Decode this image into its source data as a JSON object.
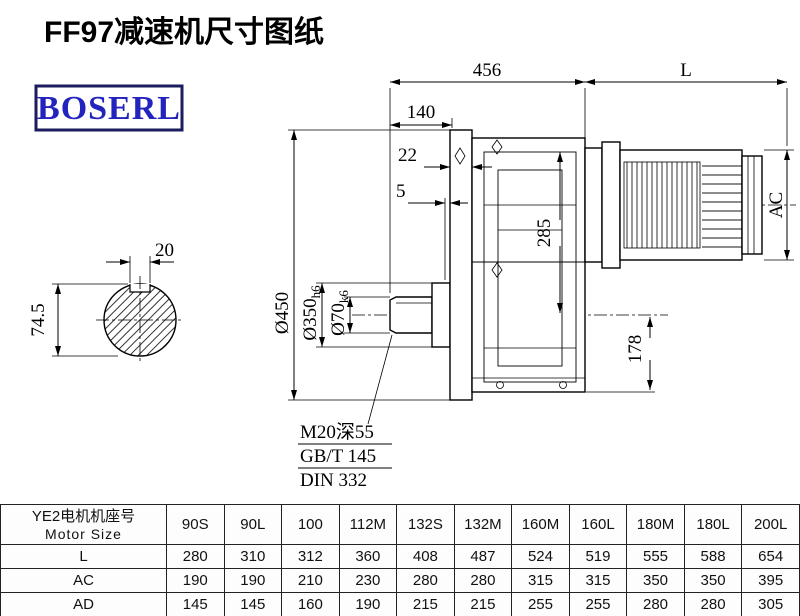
{
  "page": {
    "title": "FF97减速机尺寸图纸",
    "brand": "BOSERL"
  },
  "drawing": {
    "dims": {
      "overall_width": "456",
      "motor_length": "L",
      "shaft_length": "140",
      "flange_thickness": "22",
      "spigot_step": "5",
      "motor_diameter": "AC",
      "center_to_top": "285",
      "center_to_bottom": "178",
      "flange_diameter": "Ø450",
      "spigot_diameter": "Ø350",
      "spigot_tolerance": "h6",
      "shaft_diameter": "Ø70",
      "shaft_tolerance": "k6",
      "keyway_width": "20",
      "shaft_section_height": "74.5"
    },
    "notes": {
      "tapped_hole": "M20深55",
      "standard_gb": "GB/T 145",
      "standard_din": "DIN 332"
    }
  },
  "table": {
    "header_cn": "YE2电机机座号",
    "header_en": "Motor Size",
    "columns": [
      "90S",
      "90L",
      "100",
      "112M",
      "132S",
      "132M",
      "160M",
      "160L",
      "180M",
      "180L",
      "200L"
    ],
    "rows": [
      {
        "label": "L",
        "values": [
          "280",
          "310",
          "312",
          "360",
          "408",
          "487",
          "524",
          "519",
          "555",
          "588",
          "654"
        ]
      },
      {
        "label": "AC",
        "values": [
          "190",
          "190",
          "210",
          "230",
          "280",
          "280",
          "315",
          "315",
          "350",
          "350",
          "395"
        ]
      },
      {
        "label": "AD",
        "values": [
          "145",
          "145",
          "160",
          "190",
          "215",
          "215",
          "255",
          "255",
          "280",
          "280",
          "305"
        ]
      }
    ]
  }
}
